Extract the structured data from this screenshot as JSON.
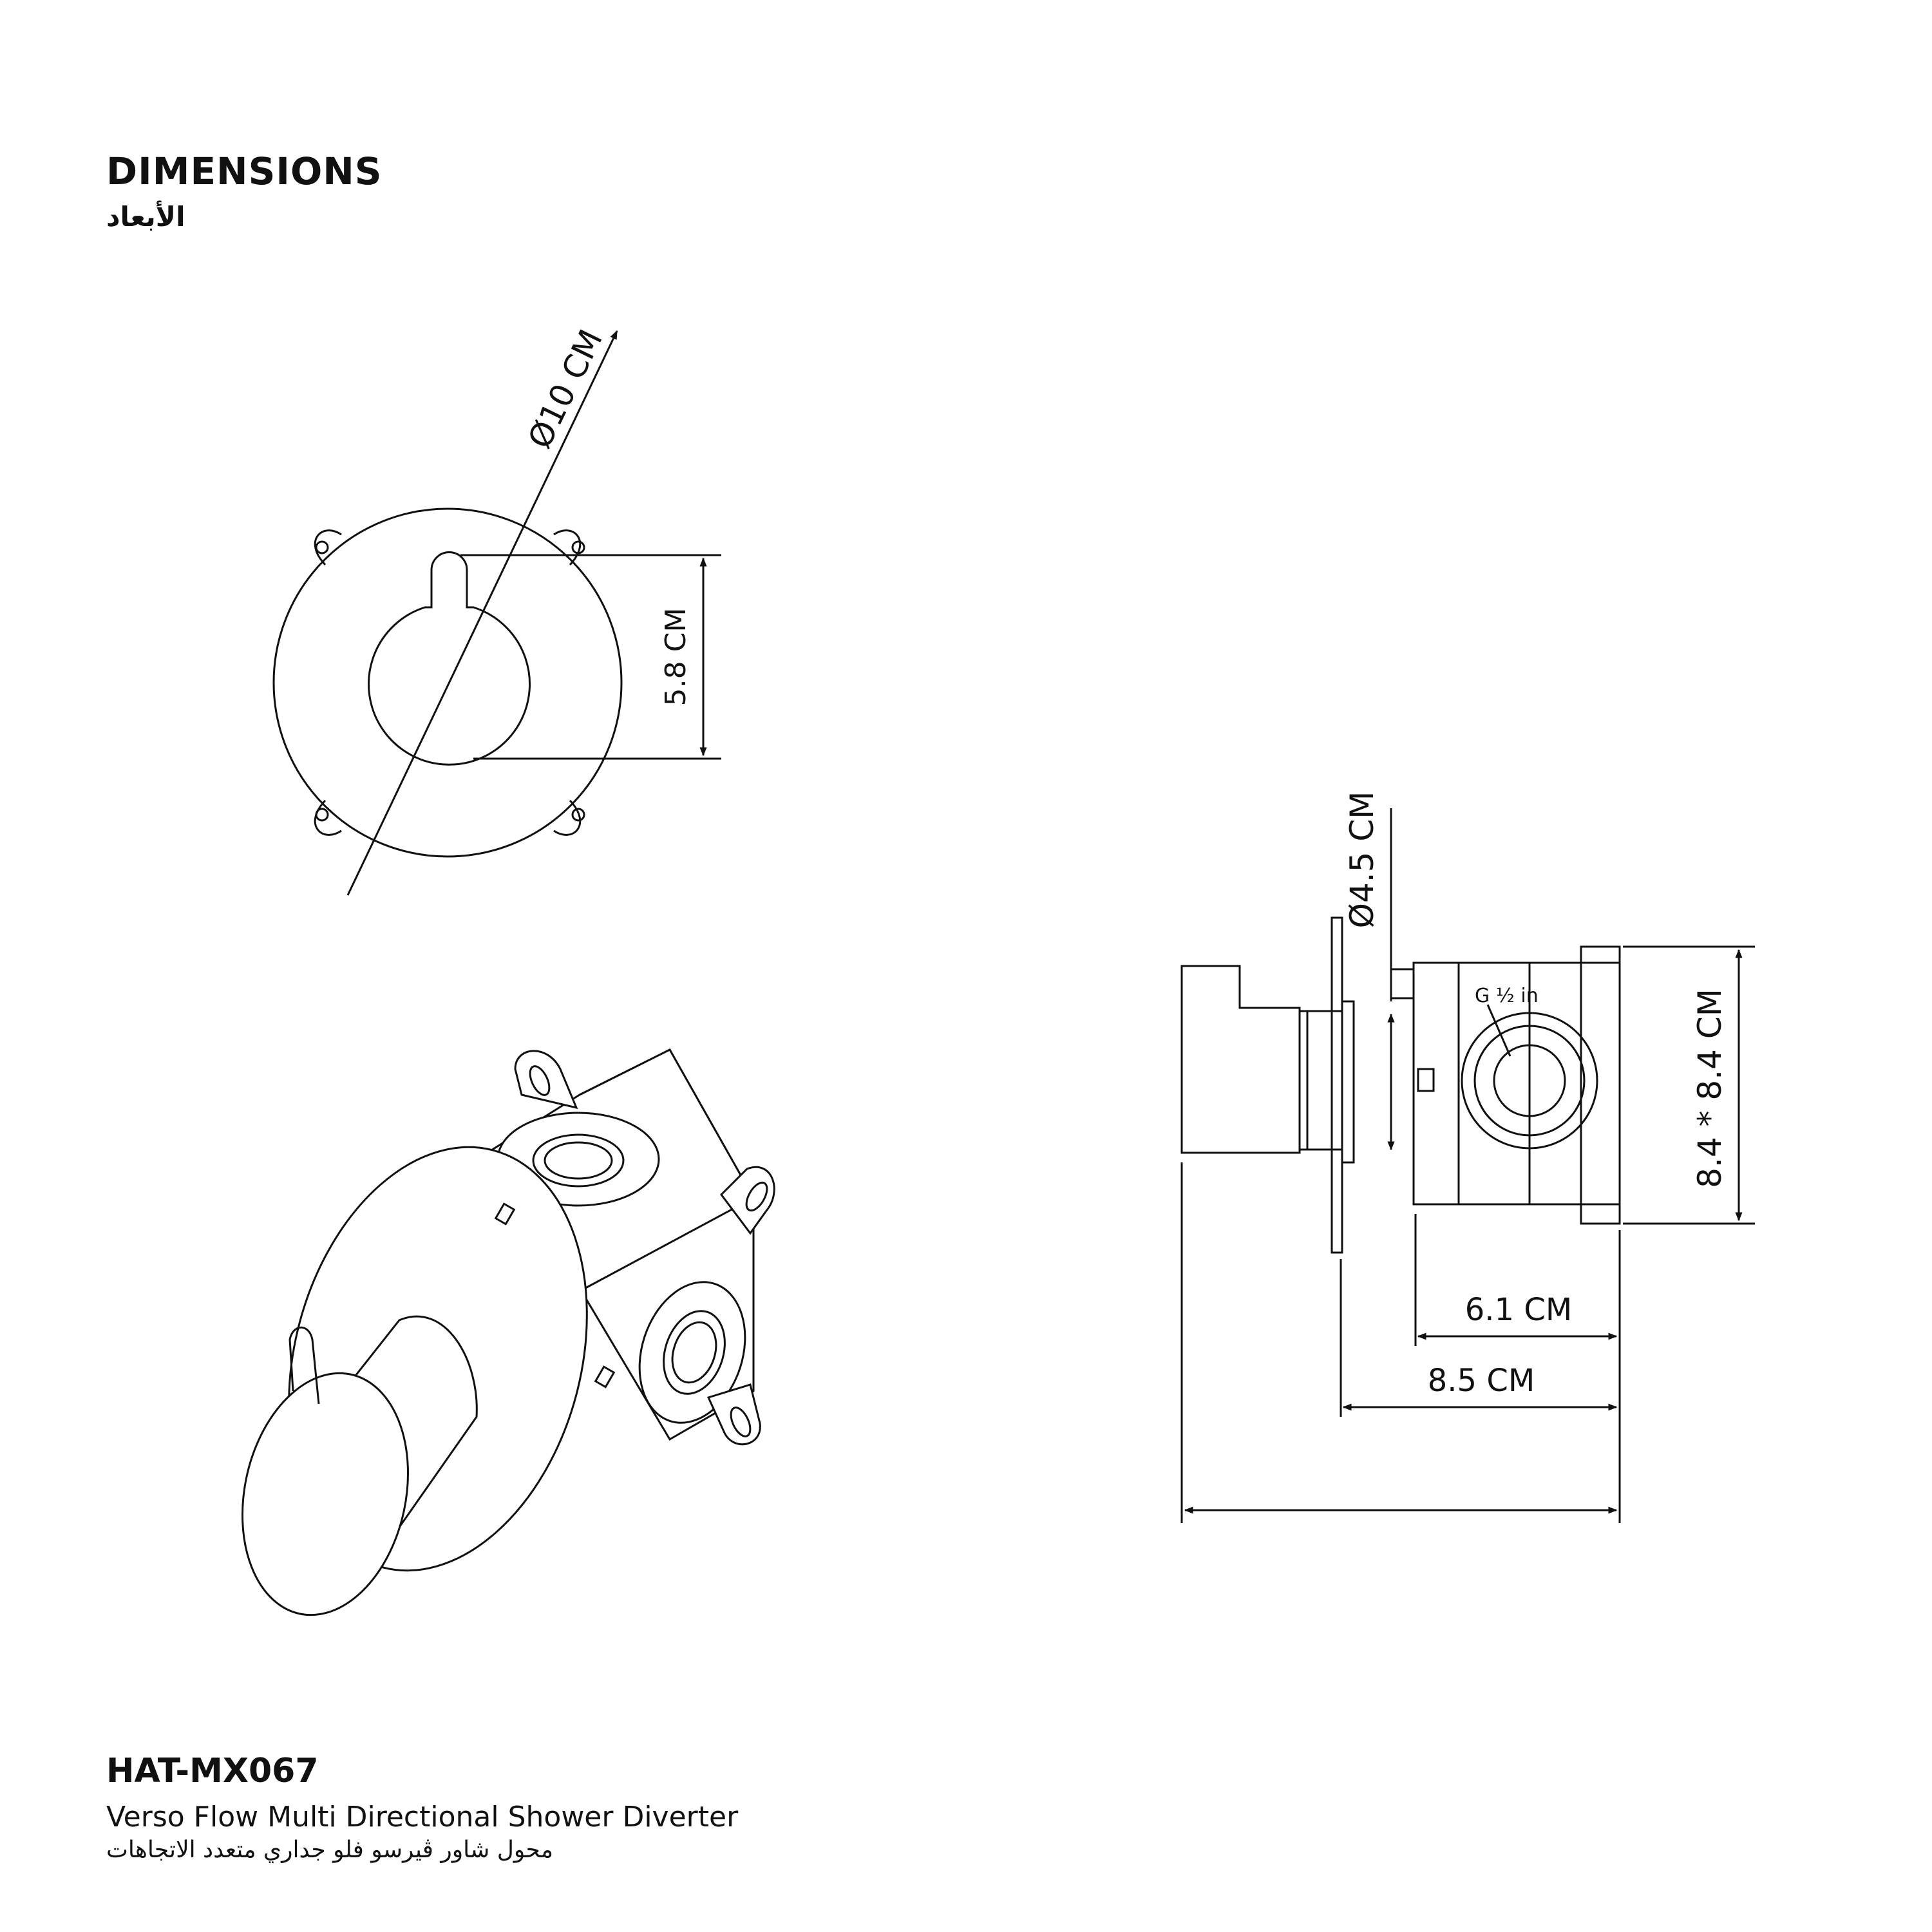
{
  "header": {
    "title": "DIMENSIONS",
    "subtitle_ar": "الأبعاد"
  },
  "dimensions": {
    "face_diameter": "Ø10 CM",
    "handle_height": "5.8 CM",
    "handle_diameter": "Ø4.5 CM",
    "body_size": "8.4 * 8.4 CM",
    "body_depth": "6.1 CM",
    "overall_depth": "8.5 CM",
    "thread": "G ½ in"
  },
  "product": {
    "code": "HAT-MX067",
    "name": "Verso Flow Multi Directional Shower Diverter",
    "name_ar": "محول شاور ڤيرسو فلو جداري متعدد الاتجاهات"
  }
}
